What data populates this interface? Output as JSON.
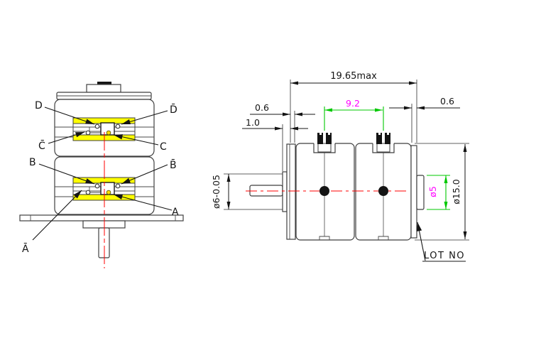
{
  "drawing": {
    "type": "stepper-motor-engineering-drawing",
    "views": {
      "front_view_name": "front-section-view",
      "side_view_name": "side-view"
    },
    "phase_labels": {
      "d": "D",
      "d_bar": "D̄",
      "c": "C",
      "c_bar": "C̄",
      "b": "B",
      "b_bar": "B̄",
      "a": "A",
      "a_bar": "Ā"
    },
    "dimensions": {
      "overall_length": "19.65max",
      "terminal_pitch": "9.2",
      "front_gap": "0.6",
      "mount_plate_thickness": "1.0",
      "rear_gap": "0.6",
      "front_boss_diameter": "ø6-0.05",
      "rear_boss_diameter": "ø5",
      "body_diameter": "ø15.0"
    },
    "annotations": {
      "lot_no": "LOT NO"
    },
    "colors": {
      "outline": "#3f3f3f",
      "dimension": "#141414",
      "centerline": "#ff0000",
      "coil_highlight": "#ffff00",
      "aux_dimension_green": "#00c800",
      "aux_text_magenta": "#ff00ff",
      "background": "#ffffff"
    }
  }
}
